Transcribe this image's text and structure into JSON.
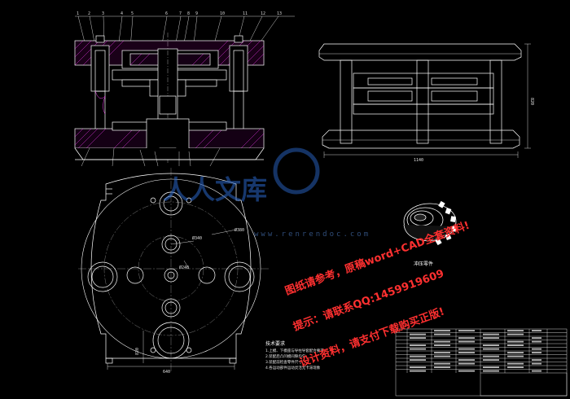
{
  "drawing": {
    "background": "#000000",
    "line_color": "#ffffff",
    "hatch_color": "#ff40ff",
    "center_color": "#e0e0e0",
    "section_view": {
      "part_numbers_top": [
        "1",
        "2",
        "3",
        "4",
        "5",
        "6",
        "7",
        "8",
        "9",
        "10",
        "11",
        "12",
        "13"
      ]
    },
    "side_view": {
      "width_dim": "1140",
      "height_dim": "820"
    },
    "plan_view": {
      "diameter_label_1": "Ø340",
      "diameter_label_2": "Ø240",
      "diameter_label_3": "Ø380",
      "bottom_dim": "640",
      "left_dim": "820"
    },
    "part_label": "冲压零件",
    "notes_title": "技术要求",
    "notes": [
      "1.上模、下模座与导柱导套配合要求",
      "2.装配后凸凹模间隙均匀",
      "3.装配前检查零件尺寸",
      "4.各运动部件运动灵活无卡滞现象"
    ]
  },
  "watermark": {
    "logo_text": "人人文库",
    "url": "www.renrendoc.com"
  },
  "promo": {
    "line1": "图纸请参考，原稿word+CAD全套资料!",
    "line2": "提示：请联系QQ:1459919609",
    "line3": "设计资料，请支付下载购买正版!"
  },
  "title_block": {
    "rows": 12,
    "cols": 6
  }
}
